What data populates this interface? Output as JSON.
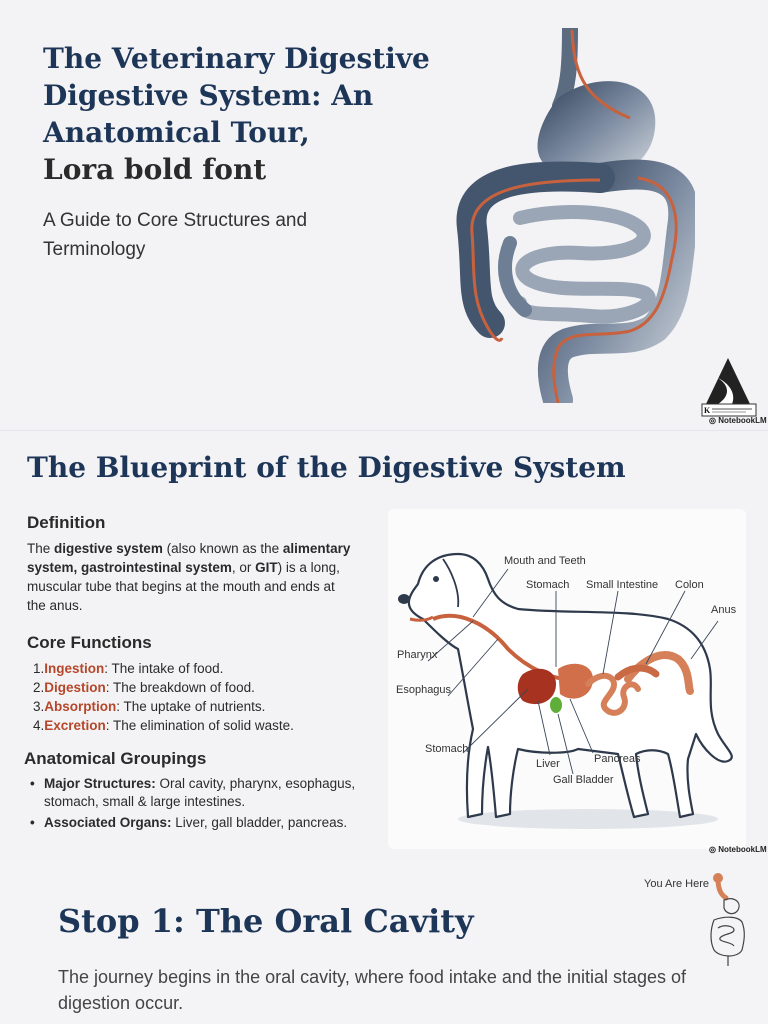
{
  "hero": {
    "title_lines": [
      "The Veterinary Digestive",
      "Digestive System: An",
      "Anatomical Tour,",
      "Lora bold font"
    ],
    "subtitle": "A Guide to Core Structures and Terminology",
    "watermark": "NotebookLM"
  },
  "blueprint": {
    "title": "The Blueprint of the Digestive System",
    "definition": {
      "heading": "Definition",
      "p1": "The ",
      "b1": "digestive system",
      "p2": " (also known as the ",
      "b2": "alimentary system, gastrointestinal system",
      "p3": ", or ",
      "b3": "GIT",
      "p4": ") is a long, muscular tube that begins at the mouth and ends at the anus."
    },
    "core_functions": {
      "heading": "Core Functions",
      "items": [
        {
          "num": "1.",
          "term": "Ingestion",
          "desc": ": The intake of food."
        },
        {
          "num": "2.",
          "term": "Digestion",
          "desc": ": The breakdown of food."
        },
        {
          "num": "3.",
          "term": "Absorption",
          "desc": ": The uptake of nutrients."
        },
        {
          "num": "4.",
          "term": "Excretion",
          "desc": ": The elimination of solid waste."
        }
      ]
    },
    "groupings": {
      "heading": "Anatomical Groupings",
      "items": [
        {
          "term": "Major Structures:",
          "desc": " Oral cavity, pharynx, esophagus, stomach, small & large intestines."
        },
        {
          "term": "Associated Organs:",
          "desc": " Liver, gall bladder, pancreas."
        }
      ]
    },
    "diagram_labels": {
      "mouth": "Mouth and Teeth",
      "stomach_top": "Stomach",
      "small_intestine": "Small Intestine",
      "colon": "Colon",
      "anus": "Anus",
      "pharynx": "Pharynx",
      "esophagus": "Esophagus",
      "stomach_low": "Stomach",
      "liver": "Liver",
      "pancreas": "Pancreas",
      "gall_bladder": "Gall Bladder"
    },
    "watermark": "NotebookLM"
  },
  "stop1": {
    "you_are_here": "You Are Here",
    "title": "Stop 1: The Oral Cavity",
    "text": "The journey begins in the oral cavity, where food intake and the initial stages of digestion occur."
  },
  "colors": {
    "title": "#1d3557",
    "accent": "#b5472a",
    "gut_dark": "#3d4f66",
    "gut_light": "#c4cbd3",
    "gut_vessel": "#c8623e"
  },
  "icons": [
    "digestive-tract-illustration",
    "university-logo",
    "notebooklm-logo-icon",
    "dog-anatomy-illustration",
    "mini-digestive-icon"
  ]
}
